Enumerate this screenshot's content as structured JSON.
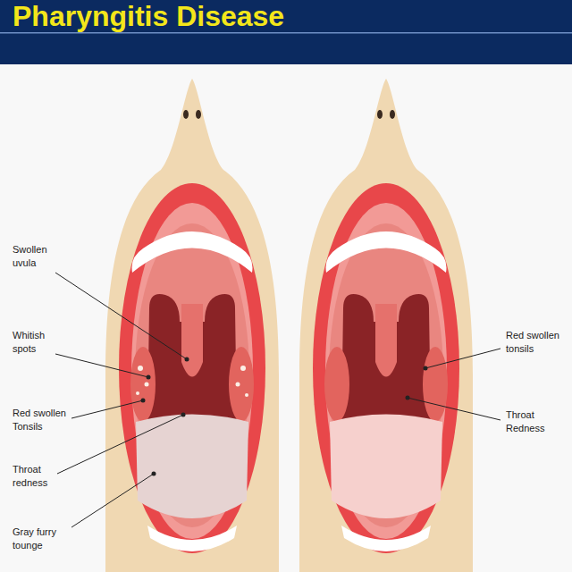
{
  "diagram": {
    "title": "Pharyngitis Disease",
    "labels": [
      "Swollen uvula",
      "Whitish spots",
      "Red swollen Tonsils",
      "Throat redness",
      "Gray furry tounge",
      "Red swollen tonsils",
      "Throat Redness"
    ]
  }
}
